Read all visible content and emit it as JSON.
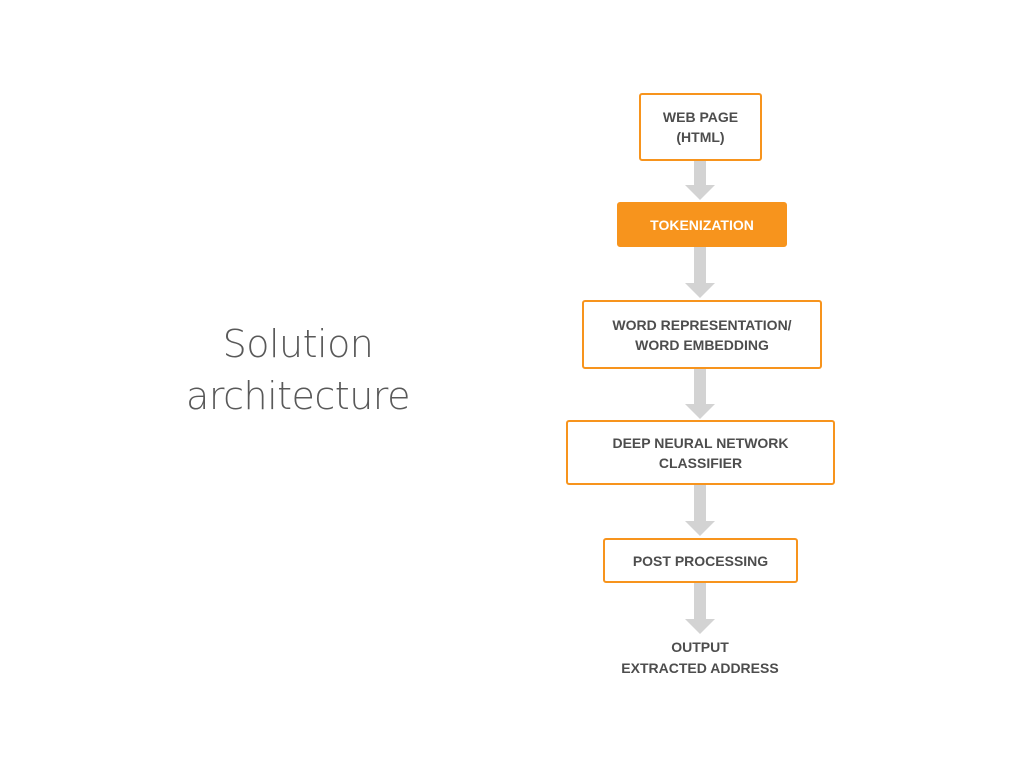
{
  "title": {
    "line1": "Solution",
    "line2": "architecture"
  },
  "diagram": {
    "nodes": [
      {
        "id": "web-page",
        "lines": [
          "WEB PAGE",
          "(HTML)"
        ],
        "highlight": false
      },
      {
        "id": "tokenization",
        "lines": [
          "TOKENIZATION"
        ],
        "highlight": true
      },
      {
        "id": "word-representation",
        "lines": [
          "WORD REPRESENTATION/",
          "WORD EMBEDDING"
        ],
        "highlight": false
      },
      {
        "id": "deep-neural-network",
        "lines": [
          "DEEP NEURAL NETWORK",
          "CLASSIFIER"
        ],
        "highlight": false
      },
      {
        "id": "post-processing",
        "lines": [
          "POST PROCESSING"
        ],
        "highlight": false
      }
    ],
    "output": {
      "line1": "OUTPUT",
      "line2": "EXTRACTED ADDRESS"
    }
  },
  "colors": {
    "accent": "#f7941d",
    "arrow": "#d3d3d3",
    "text": "#4d4d4d",
    "title": "#595959"
  }
}
